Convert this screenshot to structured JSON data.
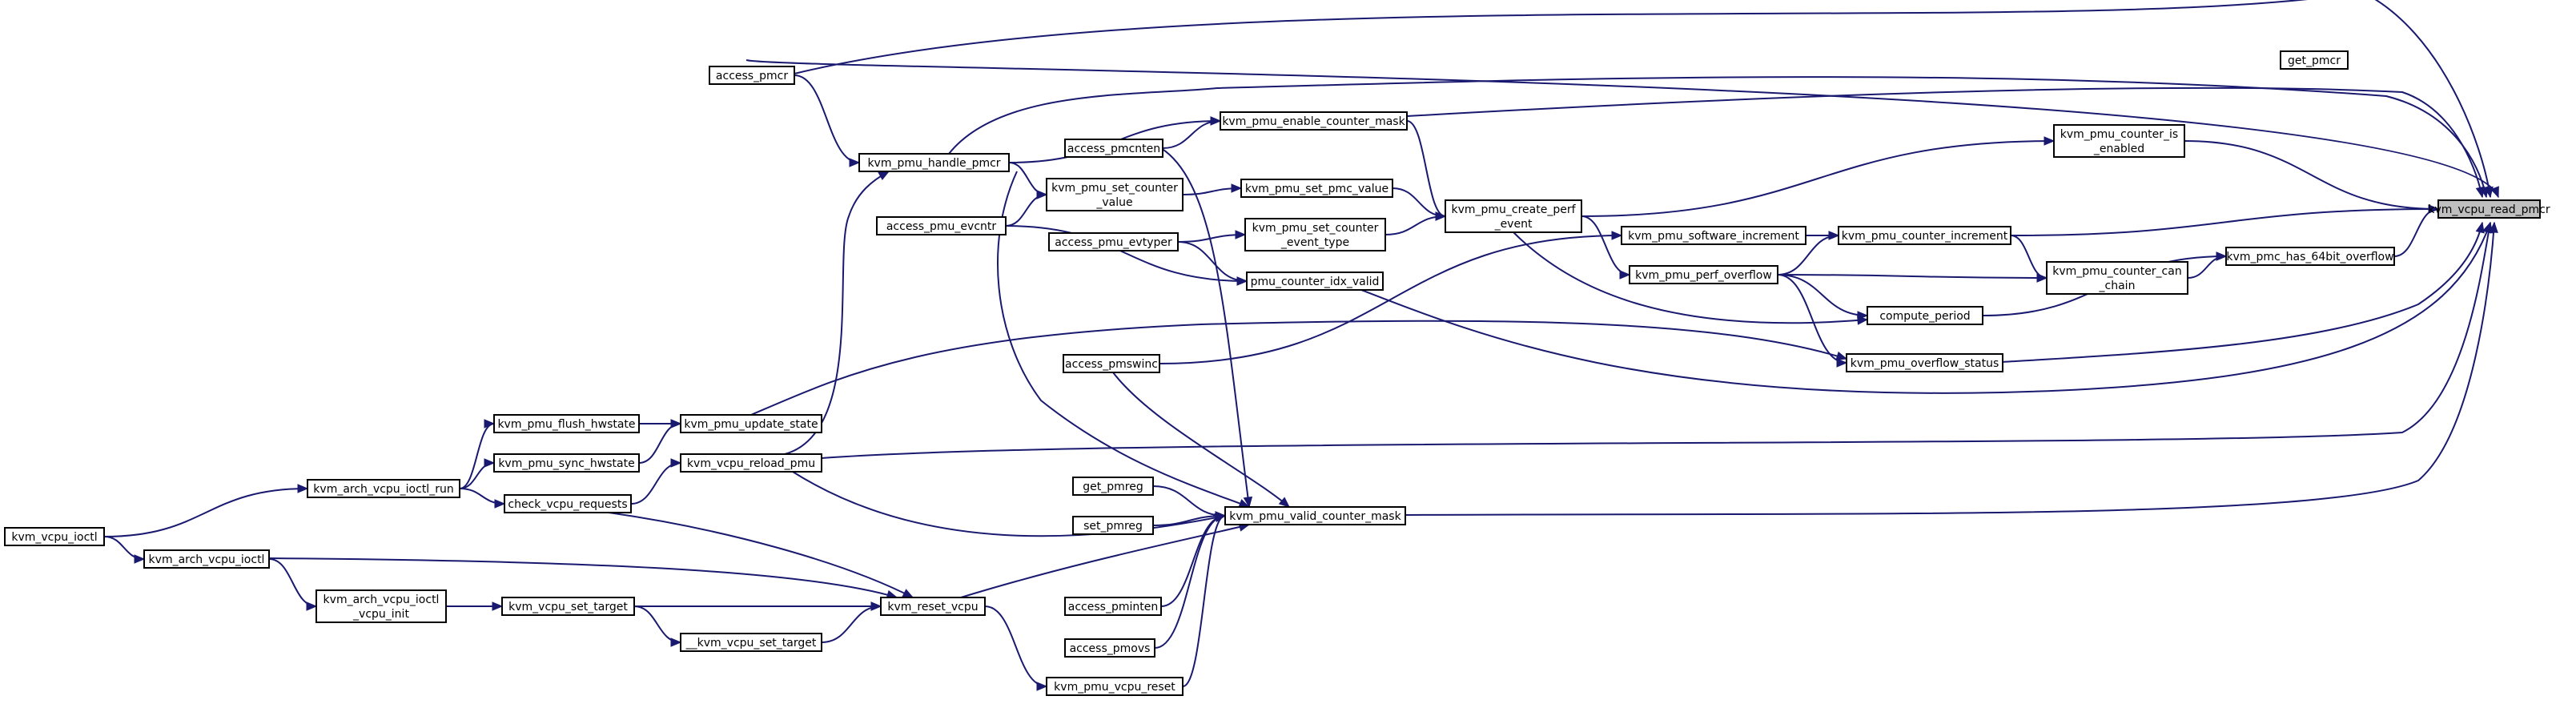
{
  "graph": {
    "focus": "kvm_vcpu_read_pmcr",
    "colors": {
      "edge": "#191970",
      "node_border": "#000000",
      "node_fill": "#ffffff",
      "focus_fill": "#bfbfbf"
    },
    "nodes": {
      "kvm_vcpu_read_pmcr": [
        "kvm_vcpu_read_pmcr"
      ],
      "get_pmcr": [
        "get_pmcr"
      ],
      "access_pmcr": [
        "access_pmcr"
      ],
      "kvm_pmu_handle_pmcr": [
        "kvm_pmu_handle_pmcr"
      ],
      "kvm_pmu_enable_counter_mask": [
        "kvm_pmu_enable_counter_mask"
      ],
      "access_pmcnten": [
        "access_pmcnten"
      ],
      "kvm_pmu_set_pmc_value": [
        "kvm_pmu_set_pmc_value"
      ],
      "kvm_pmu_set_counter_value": [
        "kvm_pmu_set_counter",
        "_value"
      ],
      "access_pmu_evcntr": [
        "access_pmu_evcntr"
      ],
      "kvm_pmu_set_counter_event_type": [
        "kvm_pmu_set_counter",
        "_event_type"
      ],
      "access_pmu_evtyper": [
        "access_pmu_evtyper"
      ],
      "pmu_counter_idx_valid": [
        "pmu_counter_idx_valid"
      ],
      "kvm_pmu_create_perf_event": [
        "kvm_pmu_create_perf",
        "_event"
      ],
      "kvm_pmu_counter_is_enabled": [
        "kvm_pmu_counter_is",
        "_enabled"
      ],
      "kvm_pmu_software_increment": [
        "kvm_pmu_software_increment"
      ],
      "kvm_pmu_counter_increment": [
        "kvm_pmu_counter_increment"
      ],
      "kvm_pmu_perf_overflow": [
        "kvm_pmu_perf_overflow"
      ],
      "kvm_pmu_counter_can_chain": [
        "kvm_pmu_counter_can",
        "_chain"
      ],
      "kvm_pmc_has_64bit_overflow": [
        "kvm_pmc_has_64bit_overflow"
      ],
      "compute_period": [
        "compute_period"
      ],
      "kvm_pmu_overflow_status": [
        "kvm_pmu_overflow_status"
      ],
      "access_pmswinc": [
        "access_pmswinc"
      ],
      "kvm_pmu_flush_hwstate": [
        "kvm_pmu_flush_hwstate"
      ],
      "kvm_pmu_update_state": [
        "kvm_pmu_update_state"
      ],
      "kvm_pmu_sync_hwstate": [
        "kvm_pmu_sync_hwstate"
      ],
      "kvm_arch_vcpu_ioctl_run": [
        "kvm_arch_vcpu_ioctl_run"
      ],
      "kvm_vcpu_reload_pmu": [
        "kvm_vcpu_reload_pmu"
      ],
      "check_vcpu_requests": [
        "check_vcpu_requests"
      ],
      "kvm_vcpu_ioctl": [
        "kvm_vcpu_ioctl"
      ],
      "kvm_arch_vcpu_ioctl": [
        "kvm_arch_vcpu_ioctl"
      ],
      "get_pmreg": [
        "get_pmreg"
      ],
      "set_pmreg": [
        "set_pmreg"
      ],
      "kvm_pmu_valid_counter_mask": [
        "kvm_pmu_valid_counter_mask"
      ],
      "kvm_arch_vcpu_ioctl_vcpu_init": [
        "kvm_arch_vcpu_ioctl",
        "_vcpu_init"
      ],
      "kvm_vcpu_set_target": [
        "kvm_vcpu_set_target"
      ],
      "kvm_reset_vcpu": [
        "kvm_reset_vcpu"
      ],
      "__kvm_vcpu_set_target": [
        "__kvm_vcpu_set_target"
      ],
      "access_pminten": [
        "access_pminten"
      ],
      "access_pmovs": [
        "access_pmovs"
      ],
      "kvm_pmu_vcpu_reset": [
        "kvm_pmu_vcpu_reset"
      ]
    },
    "edges": [
      [
        "get_pmcr",
        "kvm_vcpu_read_pmcr"
      ],
      [
        "access_pmcr",
        "kvm_vcpu_read_pmcr"
      ],
      [
        "access_pmcr",
        "kvm_pmu_handle_pmcr"
      ],
      [
        "kvm_pmu_handle_pmcr",
        "kvm_vcpu_read_pmcr"
      ],
      [
        "kvm_pmu_handle_pmcr",
        "kvm_pmu_enable_counter_mask"
      ],
      [
        "kvm_pmu_handle_pmcr",
        "kvm_pmu_set_counter_value"
      ],
      [
        "kvm_pmu_handle_pmcr",
        "kvm_pmu_valid_counter_mask"
      ],
      [
        "kvm_pmu_enable_counter_mask",
        "kvm_vcpu_read_pmcr"
      ],
      [
        "kvm_pmu_enable_counter_mask",
        "kvm_pmu_create_perf_event"
      ],
      [
        "access_pmcnten",
        "kvm_pmu_enable_counter_mask"
      ],
      [
        "access_pmcnten",
        "kvm_pmu_valid_counter_mask"
      ],
      [
        "kvm_pmu_set_pmc_value",
        "kvm_pmu_create_perf_event"
      ],
      [
        "kvm_pmu_set_counter_value",
        "kvm_pmu_set_pmc_value"
      ],
      [
        "access_pmu_evcntr",
        "kvm_pmu_set_counter_value"
      ],
      [
        "access_pmu_evcntr",
        "pmu_counter_idx_valid"
      ],
      [
        "kvm_pmu_set_counter_event_type",
        "kvm_pmu_create_perf_event"
      ],
      [
        "access_pmu_evtyper",
        "kvm_pmu_set_counter_event_type"
      ],
      [
        "access_pmu_evtyper",
        "pmu_counter_idx_valid"
      ],
      [
        "pmu_counter_idx_valid",
        "kvm_vcpu_read_pmcr"
      ],
      [
        "kvm_pmu_create_perf_event",
        "kvm_pmu_counter_is_enabled"
      ],
      [
        "kvm_pmu_counter_is_enabled",
        "kvm_vcpu_read_pmcr"
      ],
      [
        "kvm_pmu_software_increment",
        "kvm_pmu_counter_increment"
      ],
      [
        "kvm_pmu_counter_increment",
        "kvm_vcpu_read_pmcr"
      ],
      [
        "kvm_pmu_counter_increment",
        "kvm_pmu_counter_can_chain"
      ],
      [
        "kvm_pmu_perf_overflow",
        "kvm_pmu_counter_increment"
      ],
      [
        "kvm_pmu_perf_overflow",
        "kvm_pmu_counter_can_chain"
      ],
      [
        "kvm_pmu_perf_overflow",
        "compute_period"
      ],
      [
        "kvm_pmu_perf_overflow",
        "kvm_pmu_overflow_status"
      ],
      [
        "kvm_pmu_create_perf_event",
        "kvm_pmu_perf_overflow"
      ],
      [
        "kvm_pmu_create_perf_event",
        "compute_period"
      ],
      [
        "kvm_pmu_counter_can_chain",
        "kvm_pmc_has_64bit_overflow"
      ],
      [
        "compute_period",
        "kvm_pmc_has_64bit_overflow"
      ],
      [
        "kvm_pmc_has_64bit_overflow",
        "kvm_vcpu_read_pmcr"
      ],
      [
        "kvm_pmu_overflow_status",
        "kvm_vcpu_read_pmcr"
      ],
      [
        "access_pmswinc",
        "kvm_pmu_software_increment"
      ],
      [
        "access_pmswinc",
        "kvm_pmu_valid_counter_mask"
      ],
      [
        "kvm_pmu_update_state",
        "kvm_pmu_overflow_status"
      ],
      [
        "kvm_pmu_flush_hwstate",
        "kvm_pmu_update_state"
      ],
      [
        "kvm_pmu_sync_hwstate",
        "kvm_pmu_update_state"
      ],
      [
        "kvm_arch_vcpu_ioctl_run",
        "kvm_pmu_flush_hwstate"
      ],
      [
        "kvm_arch_vcpu_ioctl_run",
        "kvm_pmu_sync_hwstate"
      ],
      [
        "kvm_arch_vcpu_ioctl_run",
        "check_vcpu_requests"
      ],
      [
        "kvm_vcpu_reload_pmu",
        "kvm_vcpu_read_pmcr"
      ],
      [
        "kvm_vcpu_reload_pmu",
        "kvm_pmu_handle_pmcr"
      ],
      [
        "check_vcpu_requests",
        "kvm_vcpu_reload_pmu"
      ],
      [
        "check_vcpu_requests",
        "kvm_reset_vcpu"
      ],
      [
        "kvm_vcpu_ioctl",
        "kvm_arch_vcpu_ioctl_run"
      ],
      [
        "kvm_vcpu_ioctl",
        "kvm_arch_vcpu_ioctl"
      ],
      [
        "kvm_arch_vcpu_ioctl",
        "kvm_arch_vcpu_ioctl_vcpu_init"
      ],
      [
        "kvm_arch_vcpu_ioctl",
        "kvm_reset_vcpu"
      ],
      [
        "kvm_arch_vcpu_ioctl_vcpu_init",
        "kvm_vcpu_set_target"
      ],
      [
        "kvm_vcpu_set_target",
        "__kvm_vcpu_set_target"
      ],
      [
        "kvm_vcpu_set_target",
        "kvm_reset_vcpu"
      ],
      [
        "__kvm_vcpu_set_target",
        "kvm_reset_vcpu"
      ],
      [
        "kvm_reset_vcpu",
        "kvm_pmu_vcpu_reset"
      ],
      [
        "kvm_reset_vcpu",
        "kvm_pmu_valid_counter_mask"
      ],
      [
        "kvm_vcpu_reload_pmu",
        "kvm_pmu_valid_counter_mask"
      ],
      [
        "get_pmreg",
        "kvm_pmu_valid_counter_mask"
      ],
      [
        "set_pmreg",
        "kvm_pmu_valid_counter_mask"
      ],
      [
        "access_pminten",
        "kvm_pmu_valid_counter_mask"
      ],
      [
        "access_pmovs",
        "kvm_pmu_valid_counter_mask"
      ],
      [
        "kvm_pmu_vcpu_reset",
        "kvm_pmu_valid_counter_mask"
      ],
      [
        "kvm_pmu_valid_counter_mask",
        "kvm_vcpu_read_pmcr"
      ]
    ]
  }
}
